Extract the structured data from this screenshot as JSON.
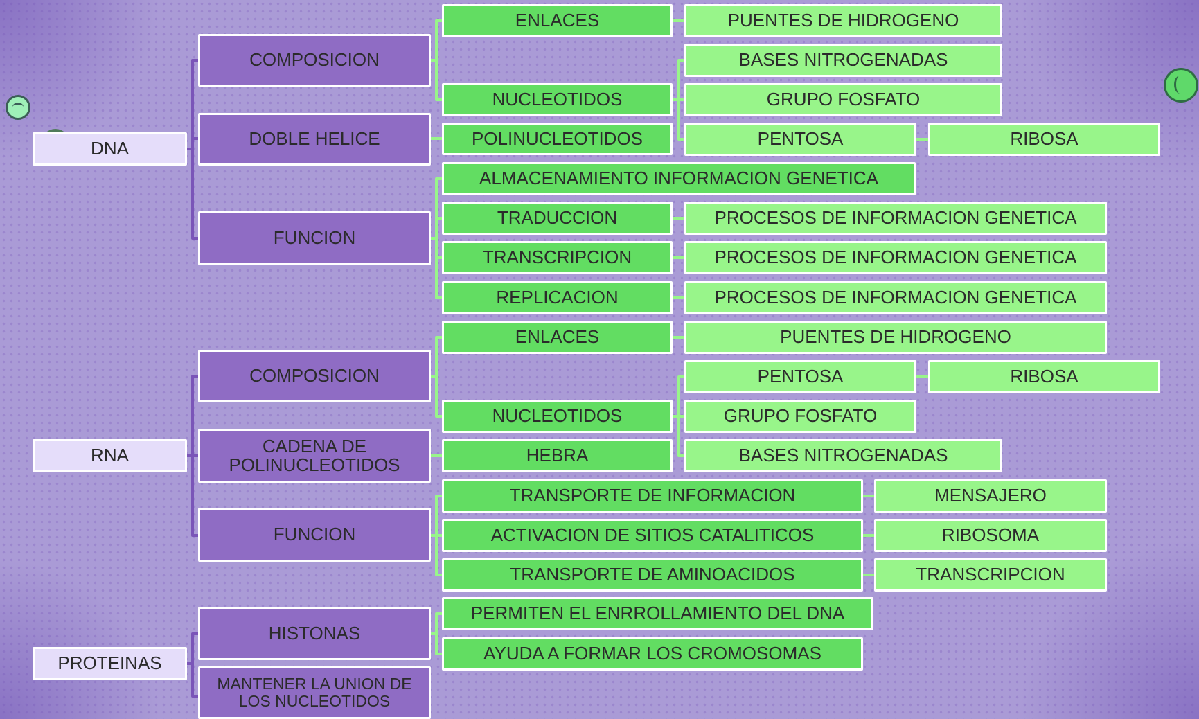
{
  "colors": {
    "background": "#aa9bd6",
    "root_box": "#e5ddfa",
    "category_box": "#8f6cc4",
    "green_box": "#62dd62",
    "light_green_box": "#98f58a",
    "connector": "#7a55b8",
    "connector_green": "#98f58a"
  },
  "icons": [
    "circle-left-icon",
    "circle-right-icon"
  ],
  "dna": {
    "label": "DNA",
    "composicion": {
      "label": "COMPOSICION",
      "enlaces": "ENLACES",
      "puentes": "PUENTES DE HIDROGENO",
      "nucleotidos": "NUCLEOTIDOS",
      "bases": "BASES NITROGENADAS",
      "fosfato": "GRUPO FOSFATO",
      "pentosa": "PENTOSA",
      "ribosa": "RIBOSA"
    },
    "doble_helice": {
      "label": "DOBLE HELICE",
      "polinucleotidos": "POLINUCLEOTIDOS"
    },
    "funcion": {
      "label": "FUNCION",
      "almacenamiento": "ALMACENAMIENTO INFORMACION GENETICA",
      "traduccion": "TRADUCCION",
      "transcripcion": "TRANSCRIPCION",
      "replicacion": "REPLICACION",
      "procesos_1": "PROCESOS DE INFORMACION GENETICA",
      "procesos_2": "PROCESOS DE INFORMACION GENETICA",
      "procesos_3": "PROCESOS DE INFORMACION GENETICA"
    }
  },
  "rna": {
    "label": "RNA",
    "composicion": {
      "label": "COMPOSICION",
      "enlaces": "ENLACES",
      "puentes": "PUENTES DE HIDROGENO",
      "nucleotidos": "NUCLEOTIDOS",
      "pentosa": "PENTOSA",
      "ribosa": "RIBOSA",
      "fosfato": "GRUPO FOSFATO",
      "bases": "BASES NITROGENADAS"
    },
    "cadena": {
      "label": "CADENA DE\nPOLINUCLEOTIDOS",
      "hebra": "HEBRA"
    },
    "funcion": {
      "label": "FUNCION",
      "transporte_info": "TRANSPORTE DE INFORMACION",
      "mensajero": "MENSAJERO",
      "activacion": "ACTIVACION DE SITIOS CATALITICOS",
      "ribosoma": "RIBOSOMA",
      "transporte_amino": "TRANSPORTE DE AMINOACIDOS",
      "transcripcion": "TRANSCRIPCION"
    }
  },
  "proteinas": {
    "label": "PROTEINAS",
    "histonas": {
      "label": "HISTONAS",
      "enrrollamiento": "PERMITEN EL ENRROLLAMIENTO DEL DNA",
      "cromosomas": "AYUDA A FORMAR LOS CROMOSOMAS"
    },
    "mantener": "MANTENER LA UNION DE\nLOS NUCLEOTIDOS"
  }
}
